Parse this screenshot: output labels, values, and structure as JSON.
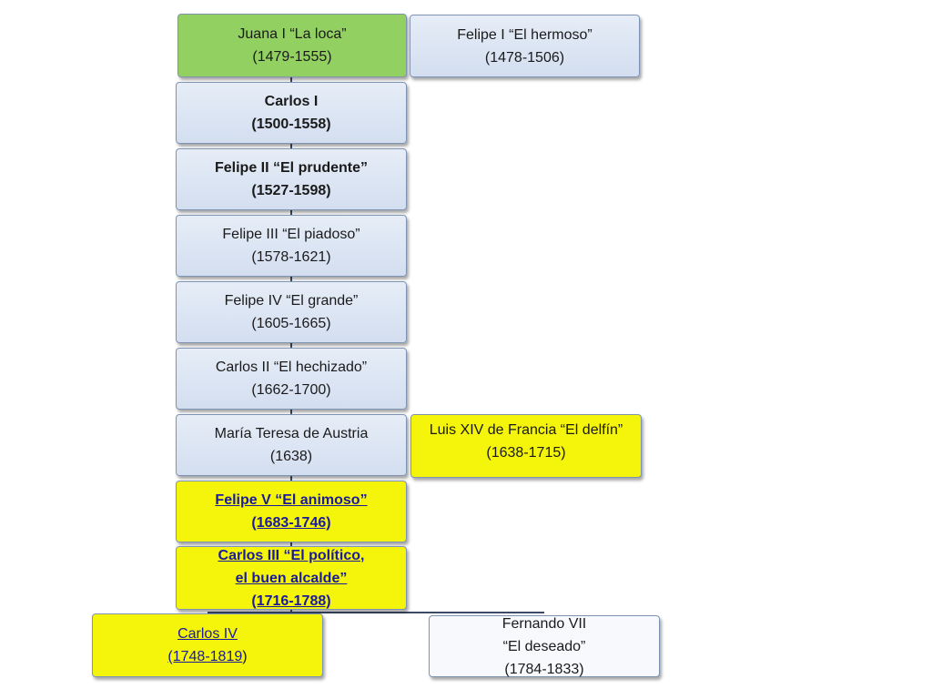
{
  "colors": {
    "green_box": "#93d062",
    "blue_box": "#d3def0",
    "yellow_box": "#f5f50b",
    "link_text": "#1a1a9a",
    "connector": "#3b4b66"
  },
  "monarchs": [
    {
      "name": "Juana  I “La loca”",
      "dates": "(1479-1555)"
    },
    {
      "name": "Carlos I",
      "dates": "(1500-1558)"
    },
    {
      "name": "Felipe II  “El prudente”",
      "dates": "(1527-1598)"
    },
    {
      "name": "Felipe III “El piadoso”",
      "dates": "(1578-1621)"
    },
    {
      "name": "Felipe IV “El grande”",
      "dates": "(1605-1665)"
    },
    {
      "name": "Carlos II  “El hechizado”",
      "dates": "(1662-1700)"
    },
    {
      "name": "María Teresa de Austria",
      "dates": "(1638)"
    },
    {
      "name": "Felipe V “El animoso”",
      "dates": "(1683-1746)"
    },
    {
      "name_line1": "Carlos III “El político,",
      "name_line2": "el buen alcalde”",
      "dates": "(1716-1788)"
    }
  ],
  "spouses": [
    {
      "name": "Felipe I “El hermoso”",
      "dates": "(1478-1506)"
    },
    {
      "name": "Luis XIV de Francia  “El delfín”",
      "dates": "(1638-1715)"
    }
  ],
  "children": [
    {
      "name": "Carlos IV",
      "dates_linked": "(1748-1819",
      "dates_tail": ")"
    },
    {
      "name_line1": "Fernando VII",
      "name_line2": "“El deseado”",
      "dates": "(1784-1833)"
    }
  ]
}
